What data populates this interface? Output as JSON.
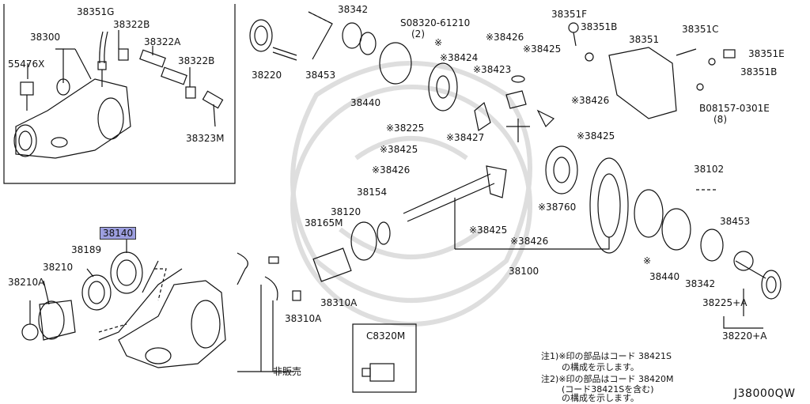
{
  "diagram_code": "J38000QW",
  "inset_labels": {
    "l38351G": "38351G",
    "l38322B_1": "38322B",
    "l38300": "38300",
    "l38322A": "38322A",
    "l55476X": "55476X",
    "l38322B_2": "38322B",
    "l38323M": "38323M"
  },
  "labels": {
    "l38342a": "38342",
    "l08320": "S08320-61210",
    "l08320q": "(2)",
    "l38426a": "※38426",
    "l38351F": "38351F",
    "l38351Ba": "38351B",
    "l38351": "38351",
    "l38351C": "38351C",
    "l38351E": "38351E",
    "l38351Bb": "38351B",
    "l08157": "B08157-0301E",
    "l08157q": "(8)",
    "l38220": "38220",
    "l38453a": "38453",
    "l38440a": "38440",
    "lstar1": "※",
    "l38424": "※38424",
    "l38425a": "※38425",
    "l38423": "※38423",
    "l38426b": "※38426",
    "l38225": "※38225",
    "l38427": "※38427",
    "l38425b": "※38425",
    "l38425c": "※38425",
    "l38426c": "※38426",
    "l38102": "38102",
    "l38154": "38154",
    "l38120": "38120",
    "l38165M": "38165M",
    "l38760": "※38760",
    "l38453b": "38453",
    "l38425d": "※38425",
    "l38426d": "※38426",
    "l38140": "38140",
    "l38189": "38189",
    "l38210": "38210",
    "l38210A": "38210A",
    "lstar2": "※",
    "l38440b": "38440",
    "l38342b": "38342",
    "l38100": "38100",
    "l38310Aa": "38310A",
    "l38310Ab": "38310A",
    "l38225A": "38225+A",
    "l38220A": "38220+A",
    "lC8320M": "C8320M",
    "lhihanbai": "非販売"
  },
  "notes": {
    "n1a": "注1)※印の部品はコード 38421S",
    "n1b": "の構成を示します。",
    "n2a": "注2)※印の部品はコード 38420M",
    "n2b": "(コード38421Sを含む)",
    "n2c": "の構成を示します。"
  },
  "colors": {
    "highlight": "#9d9fe0",
    "line": "#111111",
    "watermark": "#d9d9d9",
    "background": "#ffffff"
  }
}
